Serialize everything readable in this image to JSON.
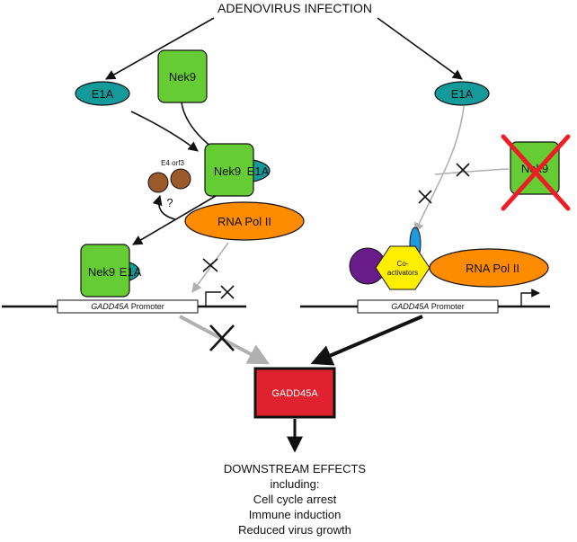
{
  "title": "ADENOVIRUS INFECTION",
  "e1a_label": "E1A",
  "nek9_label": "Nek9",
  "e4orf3_label": "E4 orf3",
  "question_mark": "?",
  "rna_pol_label": "RNA Pol II",
  "coactivators_line1": "Co-",
  "coactivators_line2": "activators",
  "promoter_gene": "GADD45A",
  "promoter_suffix": " Promoter",
  "gadd45a_label": "GADD45A",
  "downstream": {
    "heading": "DOWNSTREAM EFFECTS",
    "including": "including:",
    "effects": [
      "Cell cycle arrest",
      "Immune induction",
      "Reduced virus growth"
    ]
  },
  "colors": {
    "nek9_green": "#66cc33",
    "e1a_teal": "#159a9a",
    "rnapol_orange": "#ff8c00",
    "coactivator_yellow": "#ffee00",
    "purple": "#6a1b8a",
    "blue": "#1e9be0",
    "e4orf3_brown": "#9a5a2a",
    "gadd45a_red": "#e0212e",
    "cross_red": "#ee1c25",
    "inactive_gray": "#b0b0b0"
  }
}
